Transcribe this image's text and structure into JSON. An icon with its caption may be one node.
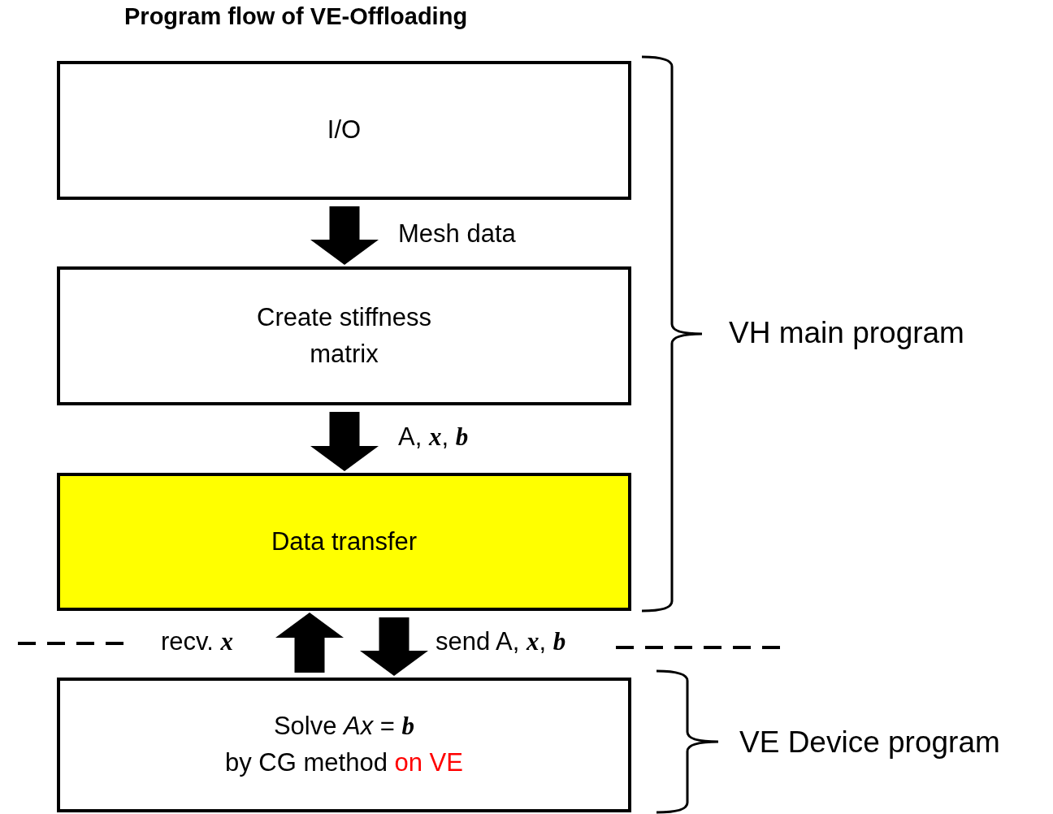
{
  "diagram": {
    "title": "Program flow of VE-Offloading",
    "nodes": [
      {
        "text": [
          "I/O"
        ]
      },
      {
        "text": [
          "Create stiffness matrix"
        ]
      },
      {
        "text": [
          "Data transfer"
        ]
      },
      {
        "text": [
          "Solve *Ax* = **b**",
          "by CG method",
          "on VE"
        ]
      }
    ],
    "edges": [
      {
        "from": 0,
        "to": 1,
        "arrow": "to",
        "label": "Mesh data"
      },
      {
        "from": 1,
        "to": 2,
        "arrow": "to",
        "label": "A, **x**, **b**"
      },
      {
        "from": 3,
        "to": 2,
        "arrow": "to",
        "label": "recv. **x**"
      },
      {
        "from": 2,
        "to": 3,
        "arrow": "to",
        "label": "send A, **x**, **b**"
      }
    ],
    "labels": [
      "VH main program",
      "VE Device program"
    ]
  }
}
